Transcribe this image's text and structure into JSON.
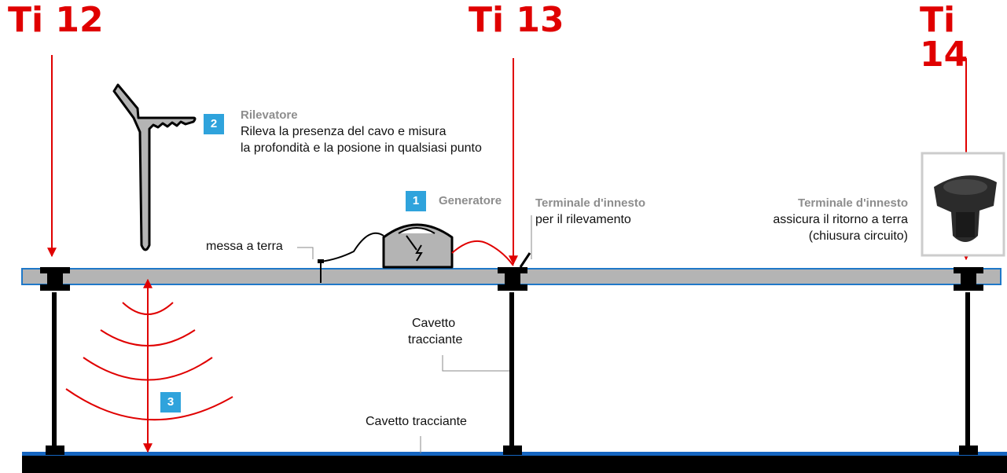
{
  "terminals": [
    {
      "label": "Ti 12"
    },
    {
      "label": "Ti 13"
    },
    {
      "label": "Ti 14"
    }
  ],
  "steps": {
    "detector": {
      "number": "2",
      "title": "Rilevatore",
      "line1": "Rileva la presenza del cavo e misura",
      "line2": "la profondità e la posione in qualsiasi punto"
    },
    "generator": {
      "number": "1",
      "title": "Generatore"
    },
    "depth": {
      "number": "3"
    }
  },
  "labels": {
    "ground": "messa a terra",
    "plug_terminal_1": {
      "title": "Terminale d'innesto",
      "line1": "per il rilevamento"
    },
    "plug_terminal_2": {
      "title": "Terminale d'innesto",
      "line1": "assicura il ritorno a terra",
      "line2": "(chiusura circuito)"
    },
    "tracer_wire_vertical": {
      "line1": "Cavetto",
      "line2": "tracciante"
    },
    "tracer_wire_bottom": "Cavetto tracciante"
  },
  "colors": {
    "arrow": "#e00000",
    "badge": "#2fa3dc",
    "pipe_fill": "#b4b4b4",
    "pipe_border": "#1f78c8",
    "bottom_pipe": "#1565c0"
  },
  "icons": [
    "detector-icon",
    "generator-icon",
    "signal-waves-icon",
    "ground-stake-icon",
    "terminal-photo-icon"
  ]
}
